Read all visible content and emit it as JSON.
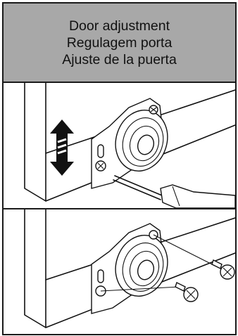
{
  "header": {
    "title_en": "Door adjustment",
    "title_pt": "Regulagem porta",
    "title_es": "Ajuste de la puerta"
  },
  "steps": [
    {
      "icons": [
        "door-hinge-icon",
        "up-down-arrow-icon",
        "screwdriver-icon"
      ]
    },
    {
      "icons": [
        "door-hinge-icon",
        "screw-icon",
        "screw-icon"
      ]
    }
  ],
  "colors": {
    "header_bg": "#a8a8a8",
    "line": "#111111",
    "background": "#ffffff"
  }
}
